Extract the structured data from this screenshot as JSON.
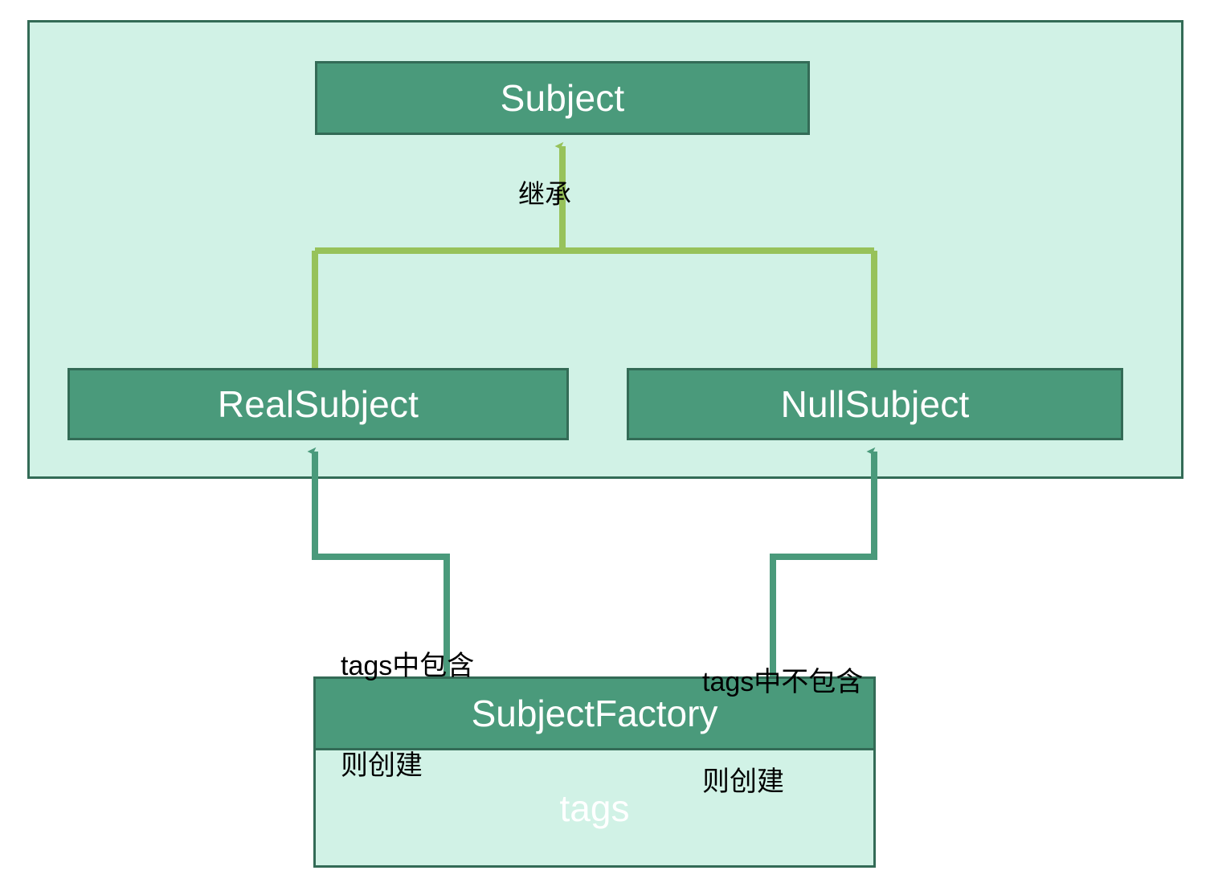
{
  "diagram": {
    "title": "Null Object / Factory pattern class diagram",
    "colors": {
      "package_fill": "#d1f2e6",
      "package_border": "#336b56",
      "class_fill": "#4a9a7b",
      "class_border": "#336b56",
      "class_text": "#ffffff",
      "inheritance_edge": "#97c25a",
      "creation_edge": "#4a9a7b",
      "label_text": "#000000",
      "canvas": "#ffffff"
    },
    "package": {
      "name": "inheritance-group"
    },
    "classes": [
      {
        "id": "subject",
        "name": "Subject",
        "role": "abstract-base-class"
      },
      {
        "id": "realsubject",
        "name": "RealSubject",
        "role": "concrete-subclass"
      },
      {
        "id": "nullsubject",
        "name": "NullSubject",
        "role": "null-object-subclass"
      },
      {
        "id": "factory",
        "name": "SubjectFactory",
        "role": "factory-class",
        "attributes": [
          "tags"
        ]
      }
    ],
    "edges": [
      {
        "id": "inherit",
        "from": "RealSubject, NullSubject",
        "to": "Subject",
        "type": "inheritance",
        "label": "继承"
      },
      {
        "id": "create-real",
        "from": "SubjectFactory",
        "to": "RealSubject",
        "type": "creation",
        "label_line1": "tags中包含",
        "label_line2": "则创建"
      },
      {
        "id": "create-null",
        "from": "SubjectFactory",
        "to": "NullSubject",
        "type": "creation",
        "label_line1": "tags中不包含",
        "label_line2": "则创建"
      }
    ]
  }
}
